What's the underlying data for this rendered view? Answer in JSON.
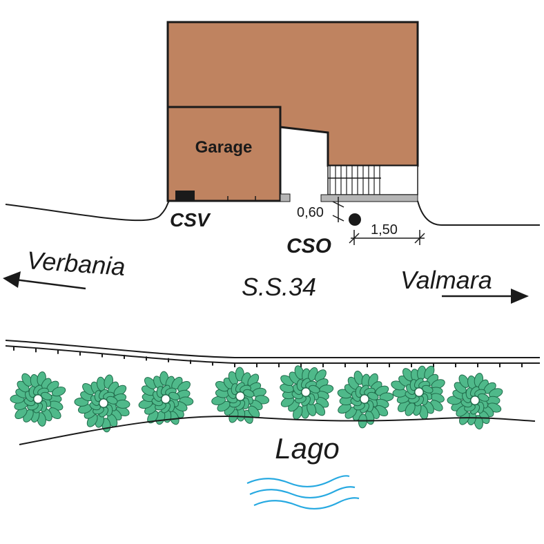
{
  "labels": {
    "garage": "Garage",
    "csv": "CSV",
    "cso": "CSO",
    "dim_vertical": "0,60",
    "dim_horizontal": "1,50",
    "road": "S.S.34",
    "left_direction": "Verbania",
    "right_direction": "Valmara",
    "lake": "Lago"
  },
  "colors": {
    "building": "#bf8360",
    "outline": "#1a1a1a",
    "curb": "#b5b5b5",
    "foliage": "#4fb98a",
    "foliage_dark": "#1f6b4a",
    "water": "#27a9e1"
  },
  "trees_count": 8
}
